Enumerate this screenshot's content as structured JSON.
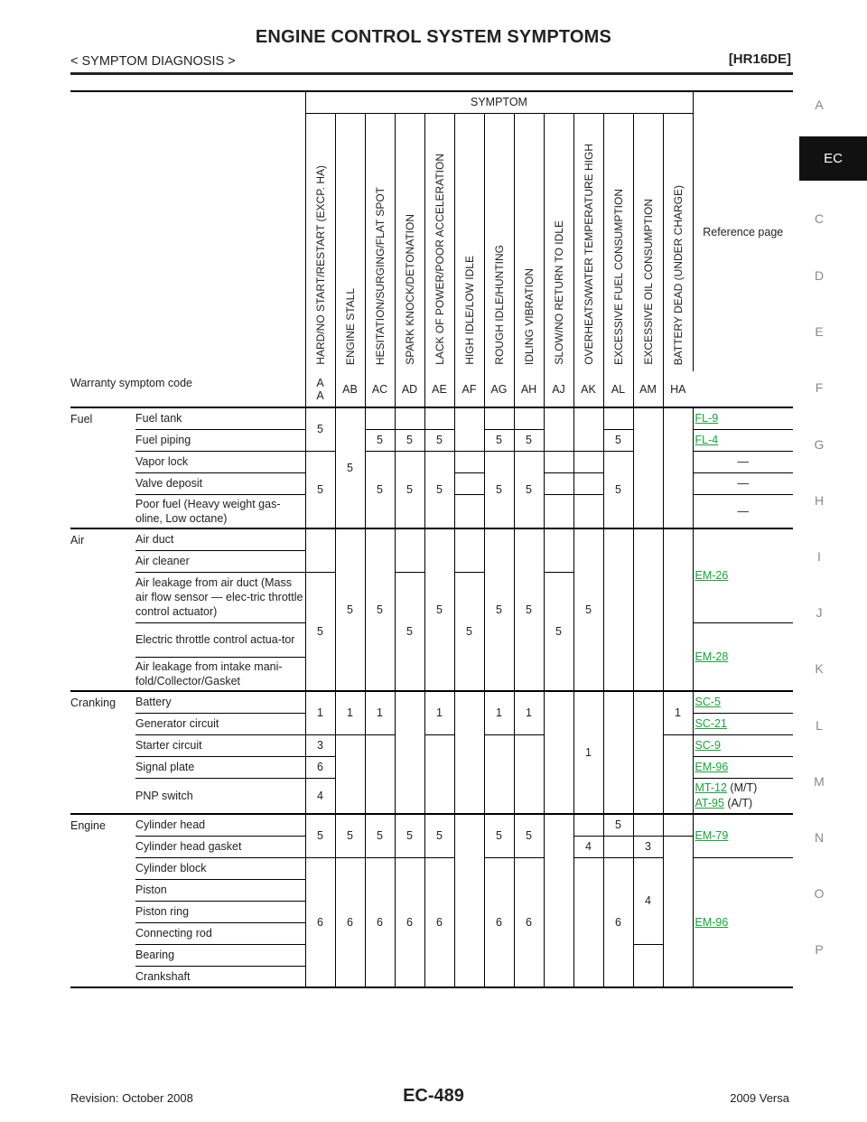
{
  "header": {
    "title": "ENGINE CONTROL SYSTEM SYMPTOMS",
    "section": "< SYMPTOM DIAGNOSIS >",
    "model": "[HR16DE]"
  },
  "side_index": {
    "active": "EC",
    "letters": [
      "A",
      "C",
      "D",
      "E",
      "F",
      "G",
      "H",
      "I",
      "J",
      "K",
      "L",
      "M",
      "N",
      "O",
      "P"
    ]
  },
  "table": {
    "symptom_header": "SYMPTOM",
    "reference_header": "Reference page",
    "symptoms": [
      "HARD/NO START/RESTART (EXCP. HA)",
      "ENGINE STALL",
      "HESITATION/SURGING/FLAT SPOT",
      "SPARK KNOCK/DETONATION",
      "LACK OF POWER/POOR ACCELERATION",
      "HIGH IDLE/LOW IDLE",
      "ROUGH IDLE/HUNTING",
      "IDLING VIBRATION",
      "SLOW/NO RETURN TO IDLE",
      "OVERHEATS/WATER TEMPERATURE HIGH",
      "EXCESSIVE FUEL CONSUMPTION",
      "EXCESSIVE OIL CONSUMPTION",
      "BATTERY DEAD (UNDER CHARGE)"
    ],
    "warranty_label": "Warranty symptom code",
    "codes": [
      "AA",
      "AB",
      "AC",
      "AD",
      "AE",
      "AF",
      "AG",
      "AH",
      "AJ",
      "AK",
      "AL",
      "AM",
      "HA"
    ],
    "groups": {
      "fuel": "Fuel",
      "air": "Air",
      "cranking": "Cranking",
      "engine": "Engine"
    },
    "items": {
      "fuel_tank": "Fuel tank",
      "fuel_piping": "Fuel piping",
      "vapor_lock": "Vapor lock",
      "valve_deposit": "Valve deposit",
      "poor_fuel": "Poor fuel (Heavy weight gas-oline, Low octane)",
      "air_duct": "Air duct",
      "air_cleaner": "Air cleaner",
      "air_leak_duct": "Air leakage from air duct (Mass air flow sensor — elec-tric throttle control actuator)",
      "etc_actuator": "Electric throttle control actua-tor",
      "air_leak_intake": "Air leakage from intake mani-fold/Collector/Gasket",
      "battery": "Battery",
      "generator": "Generator circuit",
      "starter": "Starter circuit",
      "signal_plate": "Signal plate",
      "pnp": "PNP switch",
      "cyl_head": "Cylinder head",
      "cyl_gasket": "Cylinder head gasket",
      "cyl_block": "Cylinder block",
      "piston": "Piston",
      "piston_ring": "Piston ring",
      "conrod": "Connecting rod",
      "bearing": "Bearing",
      "crankshaft": "Crankshaft"
    },
    "refs": {
      "fl9": "FL-9",
      "fl4": "FL-4",
      "dash": "—",
      "em26": "EM-26",
      "em28": "EM-28",
      "sc5": "SC-5",
      "sc21": "SC-21",
      "sc9": "SC-9",
      "em96": "EM-96",
      "mt12": "MT-12",
      "mt_note": " (M/T)",
      "at95": "AT-95",
      "at_note": " (A/T)",
      "em79": "EM-79"
    },
    "vals": {
      "one": "1",
      "three": "3",
      "four": "4",
      "five": "5",
      "six": "6"
    }
  },
  "footer": {
    "revision": "Revision: October 2008",
    "page": "EC-489",
    "vehicle": "2009 Versa"
  }
}
